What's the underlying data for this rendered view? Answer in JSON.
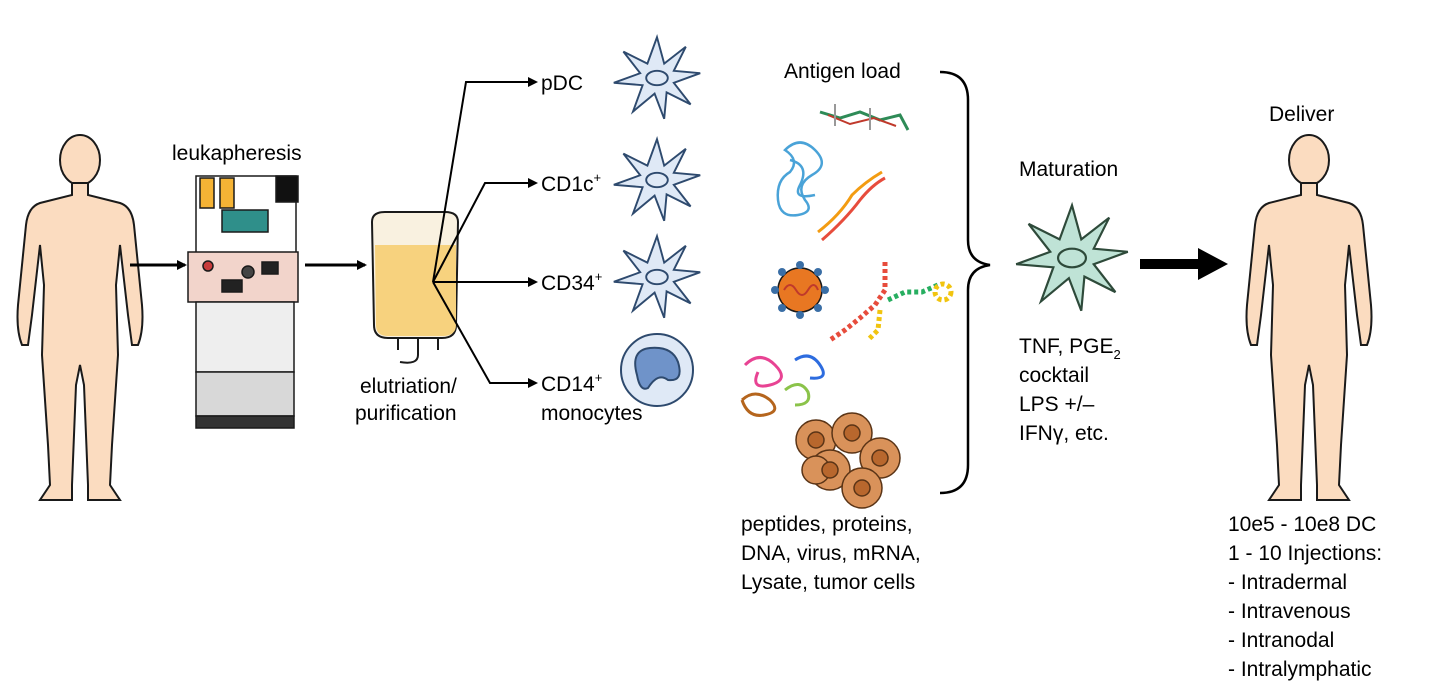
{
  "colors": {
    "skin": "#fbdcc0",
    "skin_outline": "#1a1a1a",
    "bag_fluid": "#f7d27e",
    "cell_fill": "#dfe9f6",
    "cell_outline": "#2e4a6e",
    "mature_cell": "#bfe3d6",
    "tumor_cell": "#d9925a",
    "virus": "#e87722",
    "arrow": "#000000"
  },
  "labels": {
    "leukapheresis": "leukapheresis",
    "elutriation": [
      "elutriation/",
      "purification"
    ],
    "pdc": "pDC",
    "cd1c": "CD1c",
    "cd1c_sup": "+",
    "cd34": "CD34",
    "cd34_sup": "+",
    "cd14": "CD14",
    "cd14_sup": "+",
    "monocytes": "monocytes",
    "antigen_load": "Antigen load",
    "antigen_types": [
      "peptides, proteins,",
      "DNA, virus, mRNA,",
      "Lysate, tumor cells"
    ],
    "maturation": "Maturation",
    "maturation_tnf": "TNF, PGE",
    "maturation_tnf_sub": "2",
    "maturation_rest": [
      "cocktail",
      "LPS +/–",
      "IFNγ, etc."
    ],
    "deliver": "Deliver",
    "delivery_info": [
      "10e5 - 10e8 DC",
      "1 - 10 Injections:",
      "- Intradermal",
      "- Intravenous",
      "- Intranodal",
      "- Intralymphatic"
    ]
  },
  "icons": [
    "human-figure-icon",
    "apheresis-machine-icon",
    "blood-bag-icon",
    "dendritic-cell-icon",
    "monocyte-icon",
    "peptide-molecule-icon",
    "protein-icon",
    "dna-helix-icon",
    "virus-icon",
    "mrna-icon",
    "lysate-icon",
    "tumor-cells-icon",
    "mature-dendritic-cell-icon"
  ]
}
